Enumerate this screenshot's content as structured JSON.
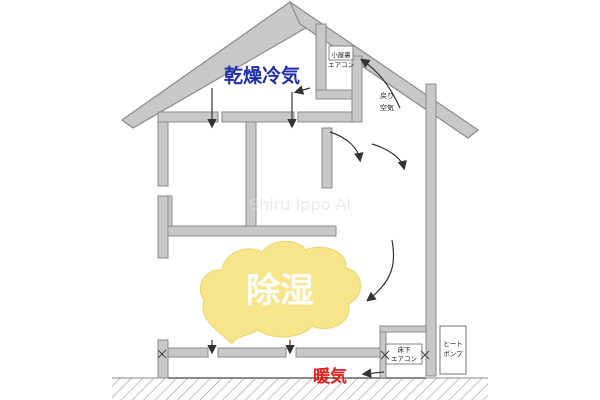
{
  "labels": {
    "dry_cool": "乾燥冷気",
    "dehumidify": "除湿",
    "heating": "暖気",
    "attic_ac": [
      "小屋裏",
      "エアコン"
    ],
    "return_air": [
      "戻り",
      "空気"
    ],
    "underfloor_ac": [
      "床下",
      "エアコン"
    ],
    "outdoor_unit": [
      "ヒート",
      "ポンプ"
    ],
    "watermark": "Shiru Ippo AI"
  },
  "colors": {
    "wall_fill": "#c8c8c8",
    "wall_stroke": "#8a8a8a",
    "dry_cool_text": "#1f2fa8",
    "heating_text": "#e0201c",
    "cloud_fill": "#f6e58a",
    "dehumidify_text": "#ffffff",
    "ground_hatch": "#9a9a9a",
    "arrow": "#333333"
  },
  "icons": [
    "attic-ac-unit-icon",
    "underfloor-ac-unit-icon",
    "heat-pump-unit-icon",
    "airflow-arrow-icon",
    "dehumidify-cloud-icon"
  ]
}
